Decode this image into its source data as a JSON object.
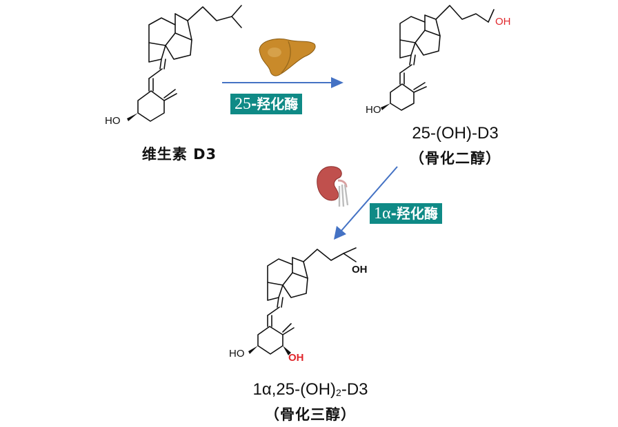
{
  "diagram": {
    "compounds": [
      {
        "id": "vitamin-d3",
        "name": "维生素 D3",
        "hydroxyl_label": "HO"
      },
      {
        "id": "calcidiol",
        "name": "25-(OH)-D3",
        "subtitle": "（骨化二醇）",
        "hydroxyl_label": "HO",
        "side_chain_oh": "OH"
      },
      {
        "id": "calcitriol",
        "name_main": "1α,25-(OH)",
        "name_sub": "2",
        "name_tail": "-D3",
        "subtitle": "（骨化三醇）",
        "hydroxyl_label": "HO",
        "ring_oh": "OH",
        "side_chain_oh": "OH"
      }
    ],
    "enzymes": [
      {
        "id": "hydroxylase-25",
        "num": "25",
        "text": "-羟化酶",
        "organ": "liver-icon"
      },
      {
        "id": "hydroxylase-1a",
        "num": "1α",
        "text": "-羟化酶",
        "organ": "kidney-icon"
      }
    ],
    "colors": {
      "arrow": "#4472c4",
      "enzyme_bg": "#0f8a86",
      "hydroxyl_red": "#e0262b",
      "liver": "#c98a2a",
      "kidney": "#c0504d"
    }
  }
}
